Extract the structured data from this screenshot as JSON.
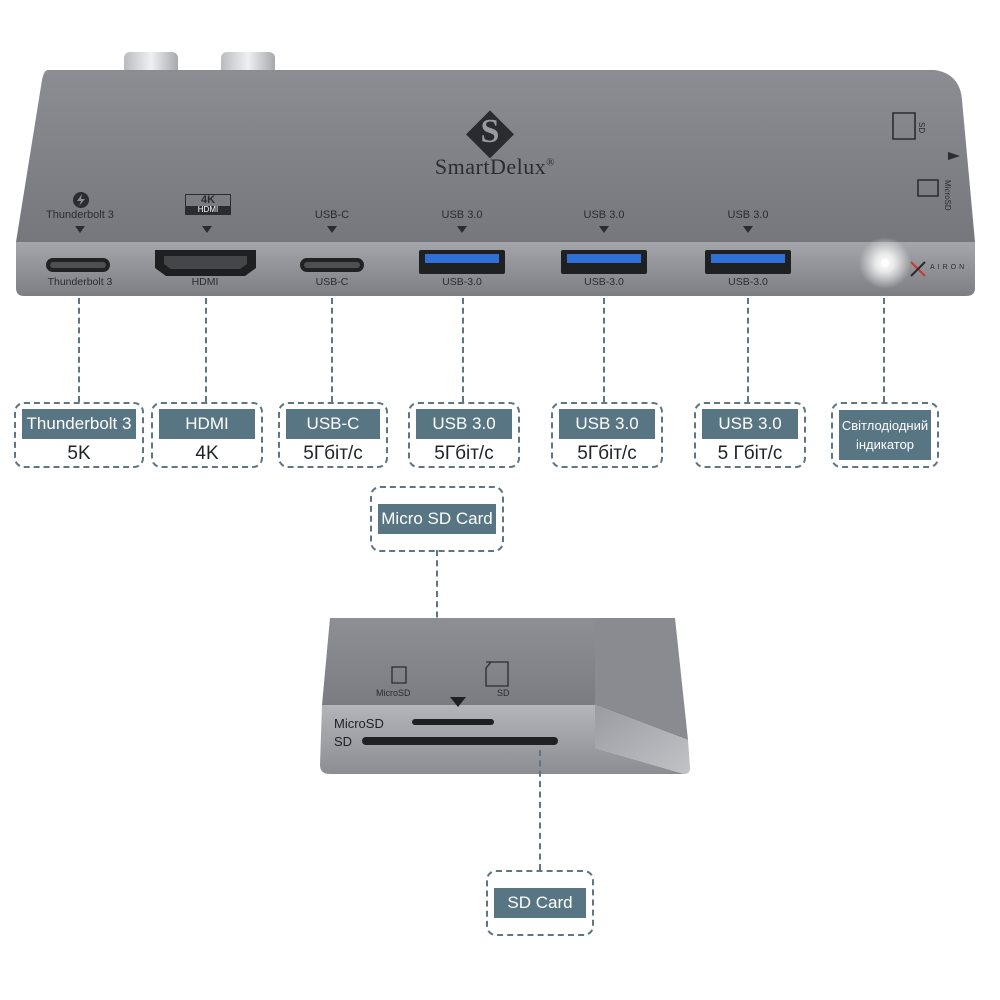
{
  "hub": {
    "brand": "SmartDelux",
    "reg_mark": "®",
    "side_marks": {
      "sd": "SD",
      "microsd": "MicroSD"
    },
    "side_logo": "AIRON",
    "ports": [
      {
        "top": "Thunderbolt 3",
        "bottom": "Thunderbolt 3"
      },
      {
        "top_badge_a": "4K",
        "top_badge_b": "HDMI",
        "bottom": "HDMI"
      },
      {
        "top": "USB-C",
        "bottom": "USB-C"
      },
      {
        "top": "USB 3.0",
        "bottom": "USB-3.0"
      },
      {
        "top": "USB 3.0",
        "bottom": "USB-3.0"
      },
      {
        "top": "USB 3.0",
        "bottom": "USB-3.0"
      }
    ]
  },
  "callouts": [
    {
      "title": "Thunderbolt 3",
      "value": "5K"
    },
    {
      "title": "HDMI",
      "value": "4K"
    },
    {
      "title": "USB-C",
      "value": "5Гбіт/с"
    },
    {
      "title": "USB 3.0",
      "value": "5Гбіт/с"
    },
    {
      "title": "USB 3.0",
      "value": "5Гбіт/с"
    },
    {
      "title": "USB 3.0",
      "value": "5 Гбіт/с"
    },
    {
      "title": "Світлодіодний індикатор"
    }
  ],
  "card_callouts": {
    "microsd": "Micro SD Card",
    "sd": "SD Card"
  },
  "reader": {
    "top_microsd": "MicroSD",
    "top_sd": "SD",
    "slot_microsd": "MicroSD",
    "slot_sd": "SD"
  },
  "colors": {
    "hub_body": "#7d7e84",
    "callout_header": "#587583",
    "dash": "#5f7682",
    "usb_blue": "#2f6fd6"
  }
}
